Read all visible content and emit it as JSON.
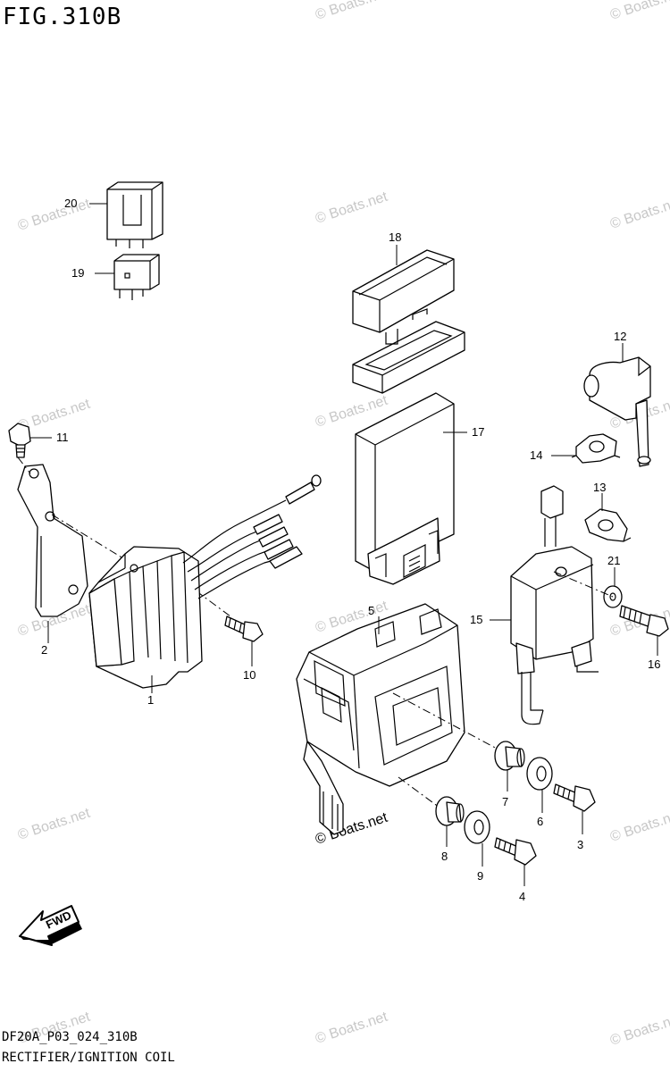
{
  "figure": {
    "title": "FIG.310B",
    "code": "DF20A_P03_024_310B",
    "caption": "RECTIFIER/IGNITION COIL"
  },
  "fwd_label": "FWD",
  "watermark": "© Boats.net",
  "callouts": {
    "c1": "1",
    "c2": "2",
    "c3": "3",
    "c4": "4",
    "c5": "5",
    "c6": "6",
    "c7": "7",
    "c8": "8",
    "c9": "9",
    "c10": "10",
    "c11": "11",
    "c12": "12",
    "c13": "13",
    "c14": "14",
    "c15": "15",
    "c16": "16",
    "c17": "17",
    "c18": "18",
    "c19": "19",
    "c20": "20",
    "c21": "21"
  }
}
